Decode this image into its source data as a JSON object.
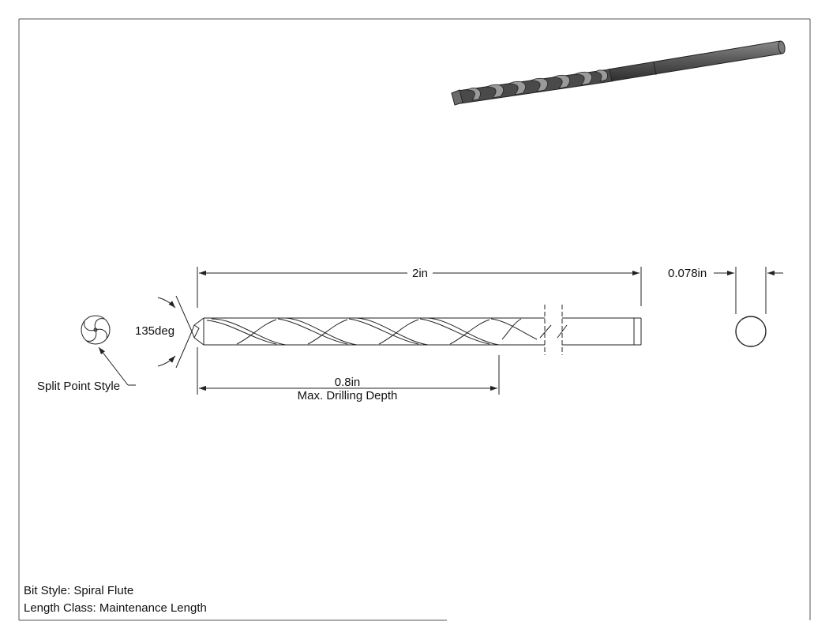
{
  "dimensions": {
    "overall_length": "2in",
    "diameter": "0.078in",
    "point_angle": "135deg",
    "drilling_depth": "0.8in",
    "drilling_depth_caption": "Max. Drilling Depth"
  },
  "callouts": {
    "point_style": "Split Point Style"
  },
  "notes": {
    "bit_style": "Bit Style: Spiral Flute",
    "length_class": "Length Class: Maintenance Length"
  },
  "colors": {
    "line": "#222222",
    "frame": "#555555",
    "render_dark": "#3c3c3c",
    "render_mid": "#6b6b6b",
    "render_light": "#9a9a9a"
  },
  "icons": [
    "drill-bit-3d-render",
    "split-point-end-view",
    "shank-circle-end-view"
  ]
}
